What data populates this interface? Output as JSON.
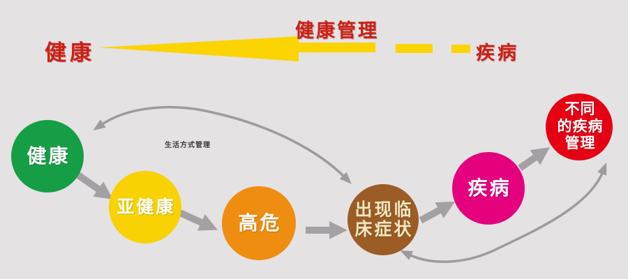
{
  "header": {
    "title": "健康管理",
    "left_label": "健康",
    "right_label": "疾病"
  },
  "curve_label": "生活方式管理",
  "colors": {
    "background": "#e5e2e4",
    "title_red": "#cc2017",
    "arrow_yellow": "#fcd303",
    "connector_gray": "#9e9b9e"
  },
  "nodes": [
    {
      "id": "health",
      "lines": [
        "健康"
      ],
      "color": "#169e46",
      "text_color": "#ffffff"
    },
    {
      "id": "sub-health",
      "lines": [
        "亚健康"
      ],
      "color": "#f8d203",
      "text_color": "#ffffff"
    },
    {
      "id": "high-risk",
      "lines": [
        "高危"
      ],
      "color": "#ef8d11",
      "text_color": "#ffffff"
    },
    {
      "id": "clinical-symptoms",
      "lines": [
        "出现临",
        "床症状"
      ],
      "color": "#9c5c26",
      "text_color": "#f3e7c0"
    },
    {
      "id": "disease",
      "lines": [
        "疾病"
      ],
      "color": "#e5007e",
      "text_color": "#ffffff"
    },
    {
      "id": "disease-management",
      "lines": [
        "不同",
        "的疾病",
        "管理"
      ],
      "color": "#e60014",
      "text_color": "#ffffff"
    }
  ]
}
